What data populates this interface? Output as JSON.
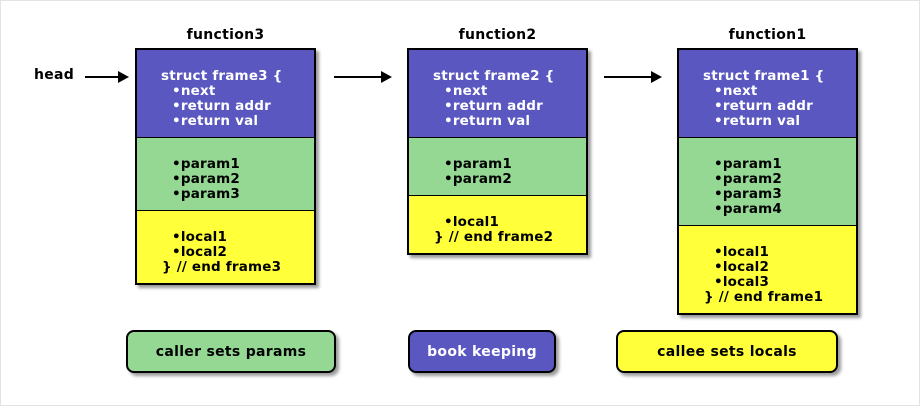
{
  "head": {
    "label": "head"
  },
  "frames": [
    {
      "title": "function3",
      "struct_line": "struct frame3 {",
      "bookkeeping_lines": [
        "•next",
        "•return addr",
        "•return val"
      ],
      "param_lines": [
        "•param1",
        "•param2",
        "•param3"
      ],
      "local_lines": [
        "•local1",
        "•local2"
      ],
      "end_line": "} // end frame3"
    },
    {
      "title": "function2",
      "struct_line": "struct frame2 {",
      "bookkeeping_lines": [
        "•next",
        "•return addr",
        "•return val"
      ],
      "param_lines": [
        "•param1",
        "•param2"
      ],
      "local_lines": [
        "•local1"
      ],
      "end_line": "} // end frame2"
    },
    {
      "title": "function1",
      "struct_line": "struct frame1 {",
      "bookkeeping_lines": [
        "•next",
        "•return addr",
        "•return val"
      ],
      "param_lines": [
        "•param1",
        "•param2",
        "•param3",
        "•param4"
      ],
      "local_lines": [
        "•local1",
        "•local2",
        "•local3"
      ],
      "end_line": "} // end frame1"
    }
  ],
  "legend": {
    "caller": {
      "label": "caller sets params",
      "color": "#94d894"
    },
    "bookkeeping": {
      "label": "book keeping",
      "color": "#5a57c0"
    },
    "callee": {
      "label": "callee sets locals",
      "color": "#ffff3a"
    }
  },
  "colors": {
    "bookkeeping_fill": "#5a57c0",
    "params_fill": "#94d894",
    "locals_fill": "#ffff3a",
    "bookkeeping_text": "#ffffff",
    "body_text": "#000000",
    "border": "#000000"
  }
}
